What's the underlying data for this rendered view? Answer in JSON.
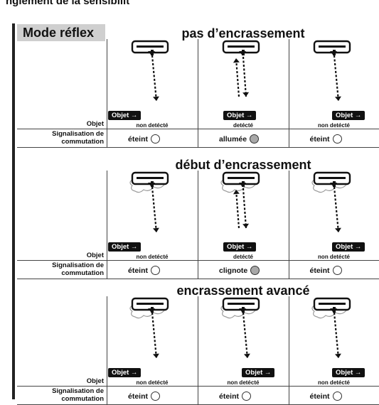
{
  "top_heading": "nglement de la sensibilit",
  "mode_label": "Mode réflex",
  "row_labels": {
    "objet": "Objet",
    "signal_line1": "Signalisation de",
    "signal_line2": "commutation"
  },
  "tag_label": "Objet →",
  "sections": [
    {
      "title": "pas d’encrassement",
      "cells": [
        {
          "detection": "non detécté",
          "state": "éteint",
          "indicator": "off"
        },
        {
          "detection": "detécté",
          "state": "allumée",
          "indicator": "on"
        },
        {
          "detection": "non detécté",
          "state": "éteint",
          "indicator": "off"
        }
      ]
    },
    {
      "title": "début d’encrassement",
      "cells": [
        {
          "detection": "non detécté",
          "state": "éteint",
          "indicator": "off"
        },
        {
          "detection": "detécté",
          "state": "clignote",
          "indicator": "on"
        },
        {
          "detection": "non detécté",
          "state": "éteint",
          "indicator": "off"
        }
      ]
    },
    {
      "title": "encrassement avancé",
      "cells": [
        {
          "detection": "non detécté",
          "state": "éteint",
          "indicator": "off"
        },
        {
          "detection": "non detécté",
          "state": "éteint",
          "indicator": "off"
        },
        {
          "detection": "non detécté",
          "state": "éteint",
          "indicator": "off"
        }
      ]
    }
  ]
}
